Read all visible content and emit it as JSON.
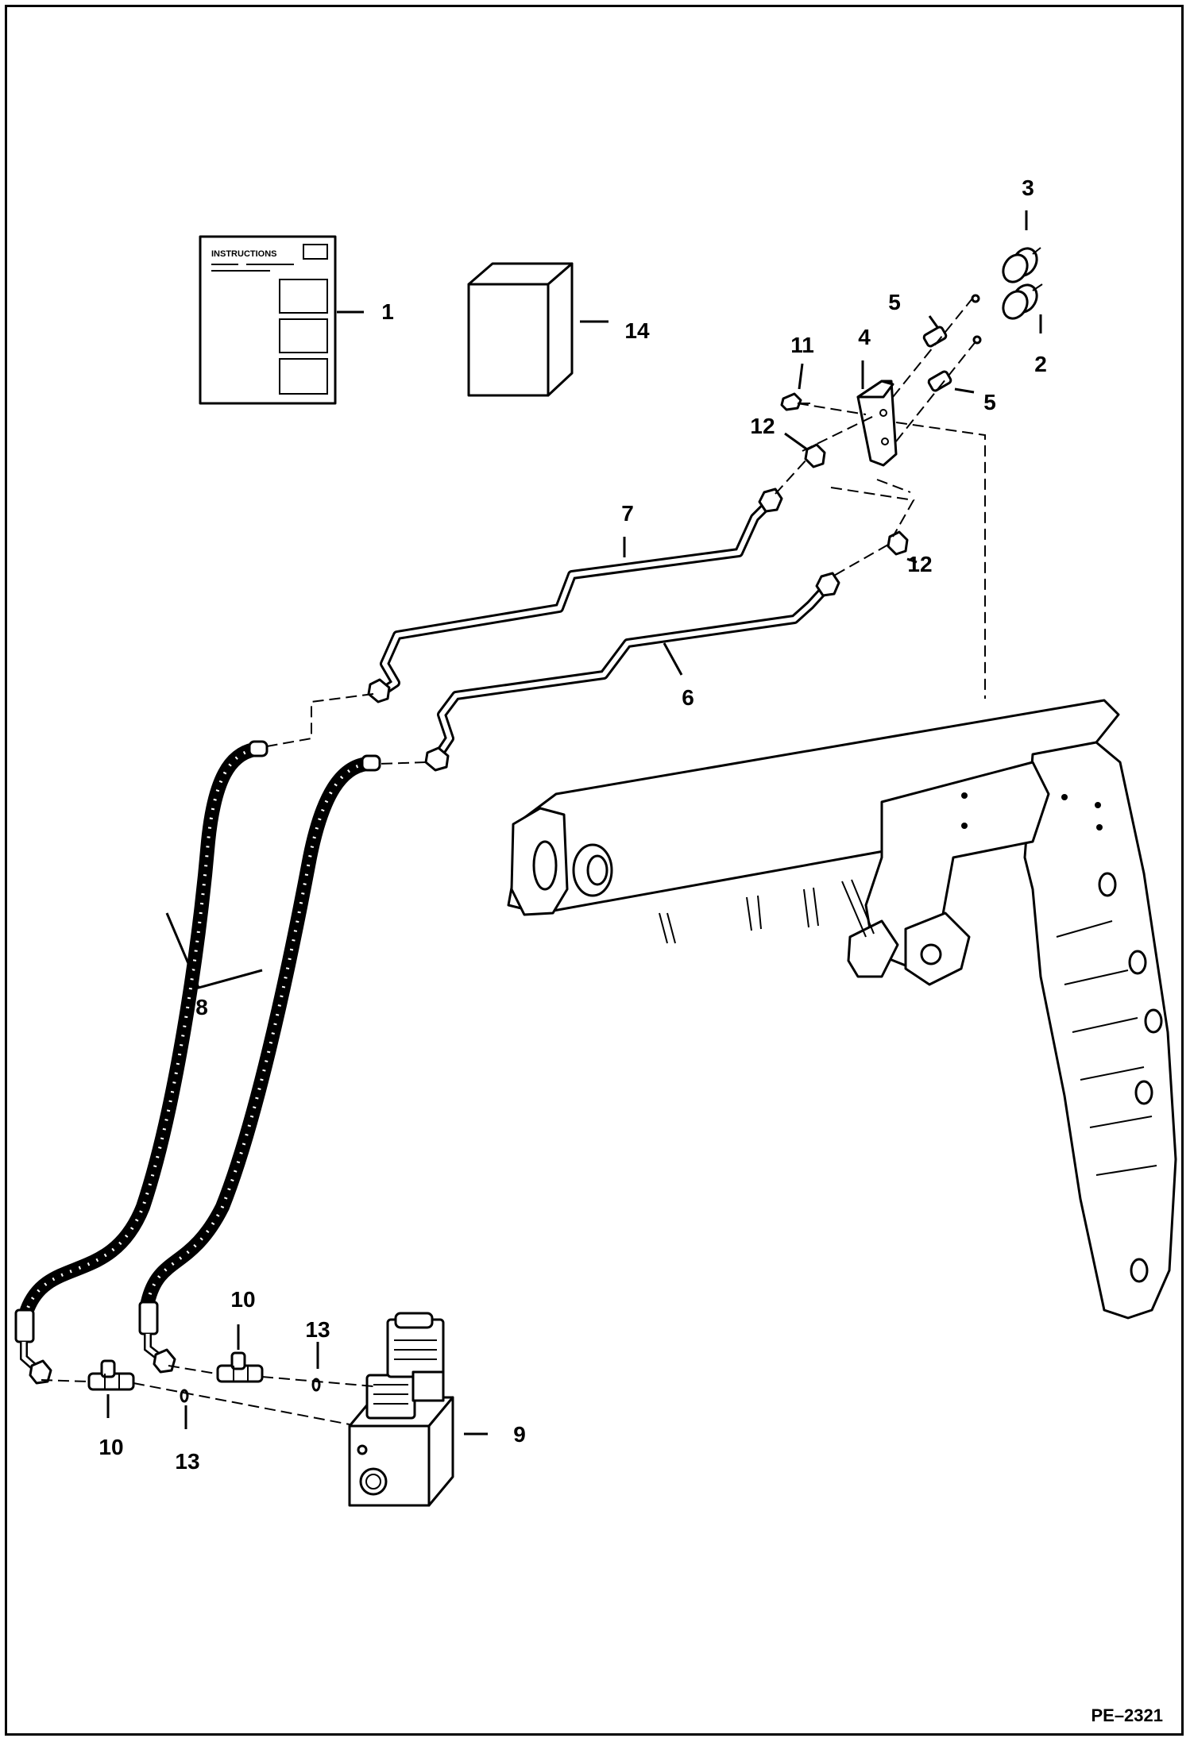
{
  "diagram": {
    "document": {
      "heading": "INSTRUCTIONS"
    },
    "figure_id": "PE–2321",
    "callouts": [
      {
        "id": "c1",
        "text": "1"
      },
      {
        "id": "c2",
        "text": "2"
      },
      {
        "id": "c3",
        "text": "3"
      },
      {
        "id": "c4",
        "text": "4"
      },
      {
        "id": "c5a",
        "text": "5"
      },
      {
        "id": "c5b",
        "text": "5"
      },
      {
        "id": "c6",
        "text": "6"
      },
      {
        "id": "c7",
        "text": "7"
      },
      {
        "id": "c8",
        "text": "8"
      },
      {
        "id": "c9",
        "text": "9"
      },
      {
        "id": "c10a",
        "text": "10"
      },
      {
        "id": "c10b",
        "text": "10"
      },
      {
        "id": "c11",
        "text": "11"
      },
      {
        "id": "c12a",
        "text": "12"
      },
      {
        "id": "c12b",
        "text": "12"
      },
      {
        "id": "c13a",
        "text": "13"
      },
      {
        "id": "c13b",
        "text": "13"
      },
      {
        "id": "c14",
        "text": "14"
      }
    ]
  }
}
